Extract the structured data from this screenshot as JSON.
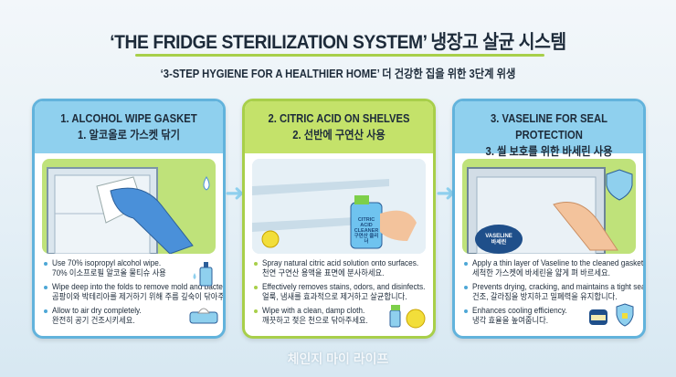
{
  "header": {
    "title": "‘THE FRIDGE STERILIZATION SYSTEM’ 냉장고 살균 시스템",
    "subtitle": "‘3-STEP HYGIENE FOR A HEALTHIER HOME’ 더 건강한 집을 위한 3단계 위생"
  },
  "steps": [
    {
      "title_en": "1. ALCOHOL WIPE GASKET",
      "title_ko": "1. 알코올로 가스켓 닦기",
      "bullets": [
        [
          "Use 70% isopropyl alcohol wipe.",
          "70% 이소프로필 알코올 물티슈 사용"
        ],
        [
          "Wipe deep into the folds to remove mold and bacteria.",
          "곰팡이와 박테리아를 제거하기 위해 주름 깊숙이 닦아주세요."
        ],
        [
          "Allow to air dry completely.",
          "완전히 공기 건조시키세요."
        ]
      ],
      "icons": [
        "alcohol-bottle",
        "wipes-pack"
      ]
    },
    {
      "title_en": "2. CITRIC ACID ON SHELVES",
      "title_ko": "2. 선반에 구연산 사용",
      "bottle_label": "CITRIC ACID CLEANER",
      "bottle_label_ko": "구연산 클리너",
      "bullets": [
        [
          "Spray natural citric acid solution onto surfaces.",
          "천연 구연산 용액을 표면에 분사하세요."
        ],
        [
          "Effectively removes stains, odors, and disinfects.",
          "얼룩, 냄새를 효과적으로 제거하고 살균합니다."
        ],
        [
          "Wipe with a clean, damp cloth.",
          "깨끗하고 젖은 천으로 닦아주세요."
        ]
      ],
      "icons": [
        "spray-bottle",
        "lemon"
      ]
    },
    {
      "title_en": "3. VASELINE FOR SEAL PROTECTION",
      "title_ko": "3. 씰 보호를 위한 바세린 사용",
      "jar_label": "VASELINE",
      "jar_label_ko": "바세린",
      "bullets": [
        [
          "Apply a thin layer of Vaseline to the cleaned gasket.",
          "세척한 가스켓에 바세린을 얇게 펴 바르세요."
        ],
        [
          "Prevents drying, cracking, and maintains a tight seal.",
          "건조, 갈라짐을 방지하고 밀폐력을 유지합니다."
        ],
        [
          "Enhances cooling efficiency.",
          "냉각 효율을 높여줍니다."
        ]
      ],
      "icons": [
        "vaseline-jar",
        "shield-lock"
      ]
    }
  ],
  "footer": "체인지 마이 라이프",
  "colors": {
    "blue": "#62b3dc",
    "green": "#a8cf4a",
    "head_blue": "#8fd0ee",
    "head_green": "#c4e26a"
  }
}
